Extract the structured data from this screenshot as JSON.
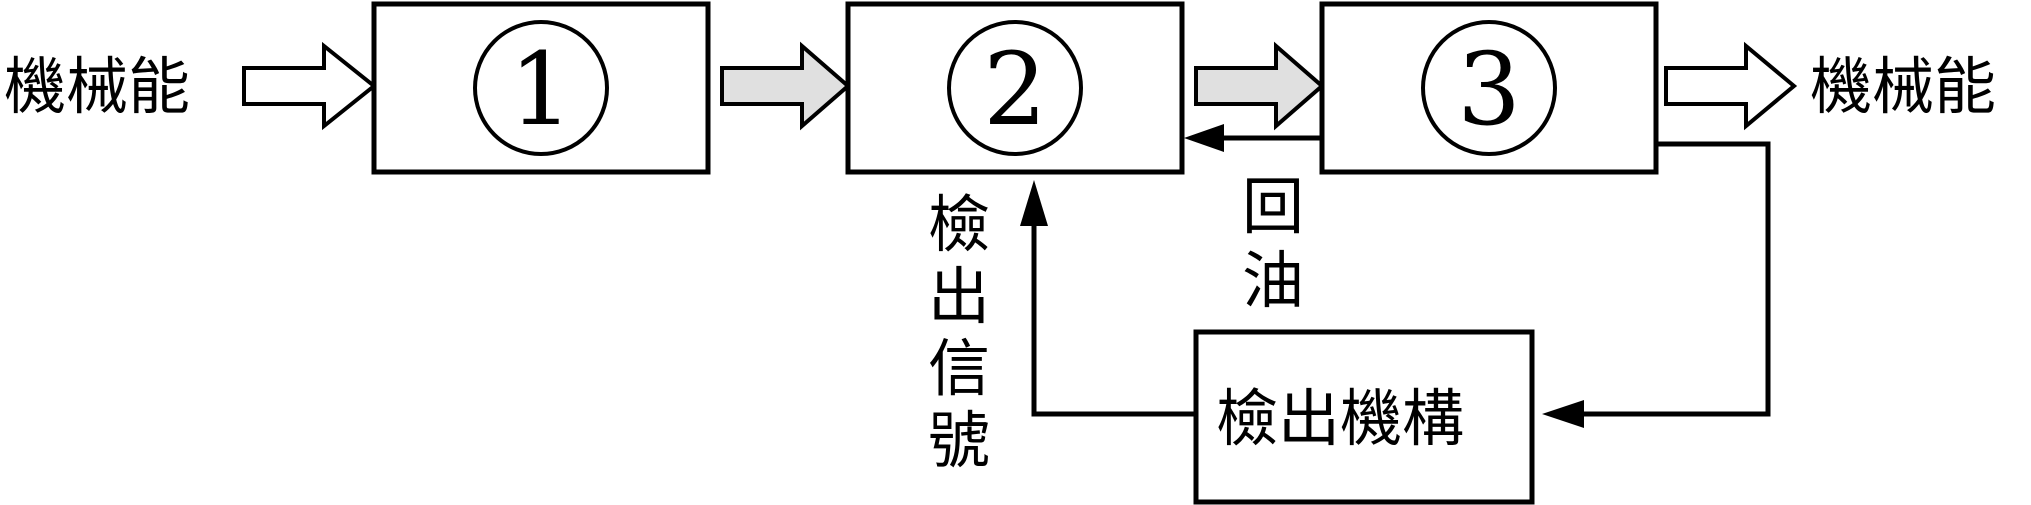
{
  "diagram": {
    "input_label": "機械能",
    "output_label": "機械能",
    "blocks": [
      {
        "id": "block-1",
        "label": "①",
        "number": "1"
      },
      {
        "id": "block-2",
        "label": "②",
        "number": "2"
      },
      {
        "id": "block-3",
        "label": "③",
        "number": "3"
      }
    ],
    "detector_label": "檢出機構",
    "return_oil_label": [
      "回",
      "油"
    ],
    "detect_signal_label": [
      "檢",
      "出",
      "信",
      "號"
    ]
  }
}
